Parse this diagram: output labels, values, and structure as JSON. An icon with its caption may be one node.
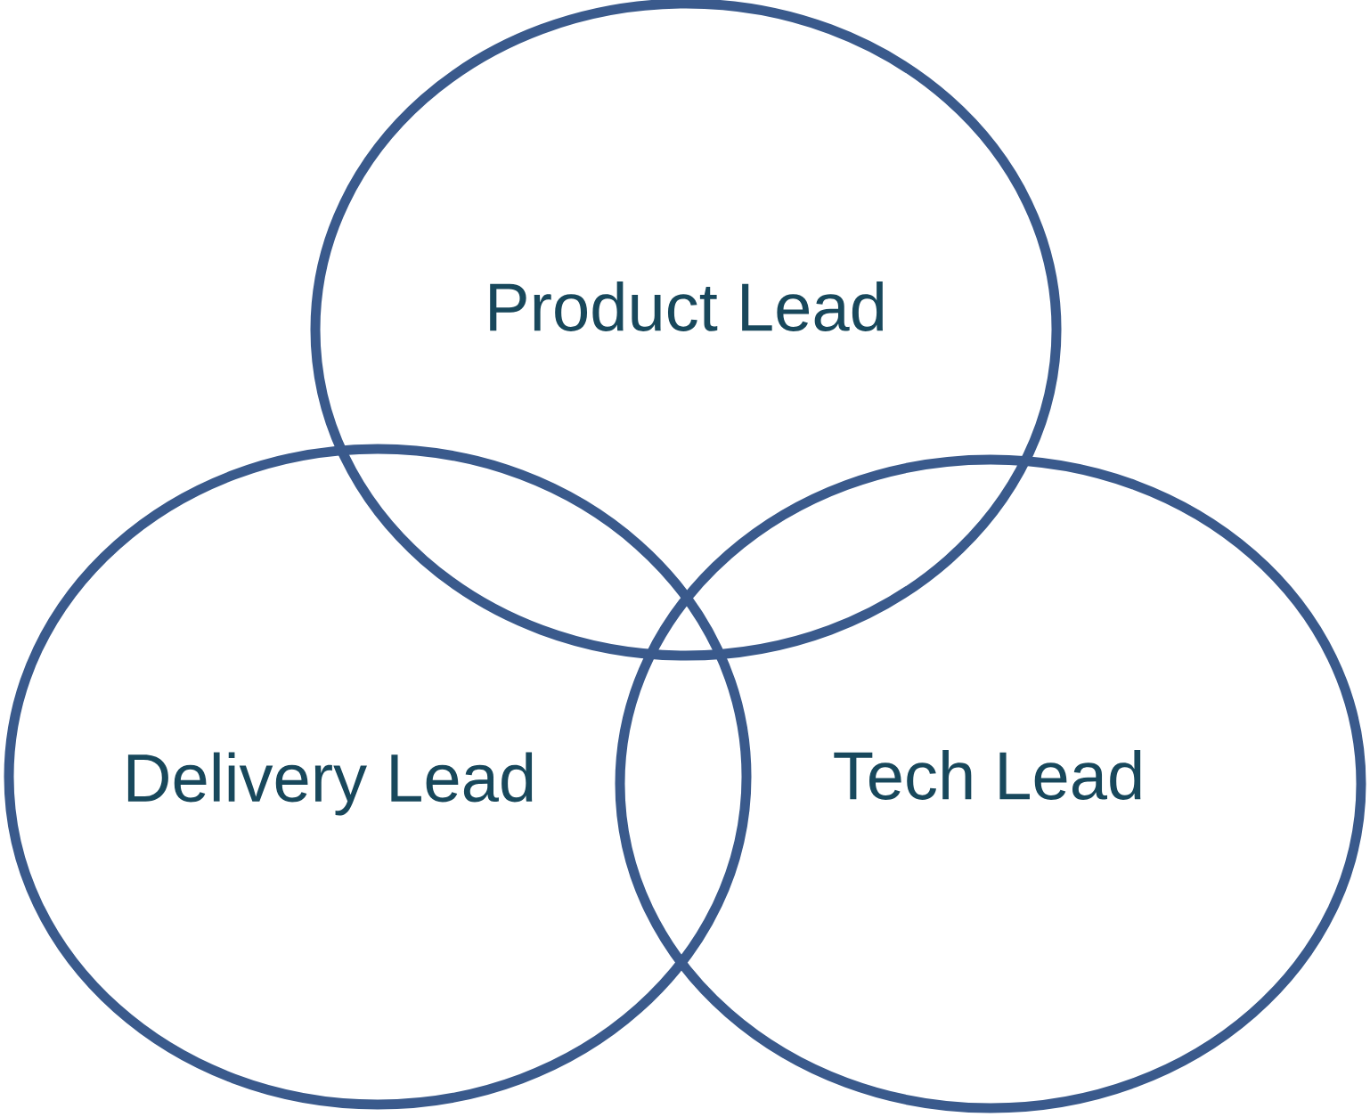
{
  "diagram": {
    "nodes": [
      {
        "text": [
          "Product Lead"
        ]
      },
      {
        "text": [
          "Delivery Lead"
        ]
      },
      {
        "text": [
          "Tech Lead"
        ]
      }
    ]
  }
}
